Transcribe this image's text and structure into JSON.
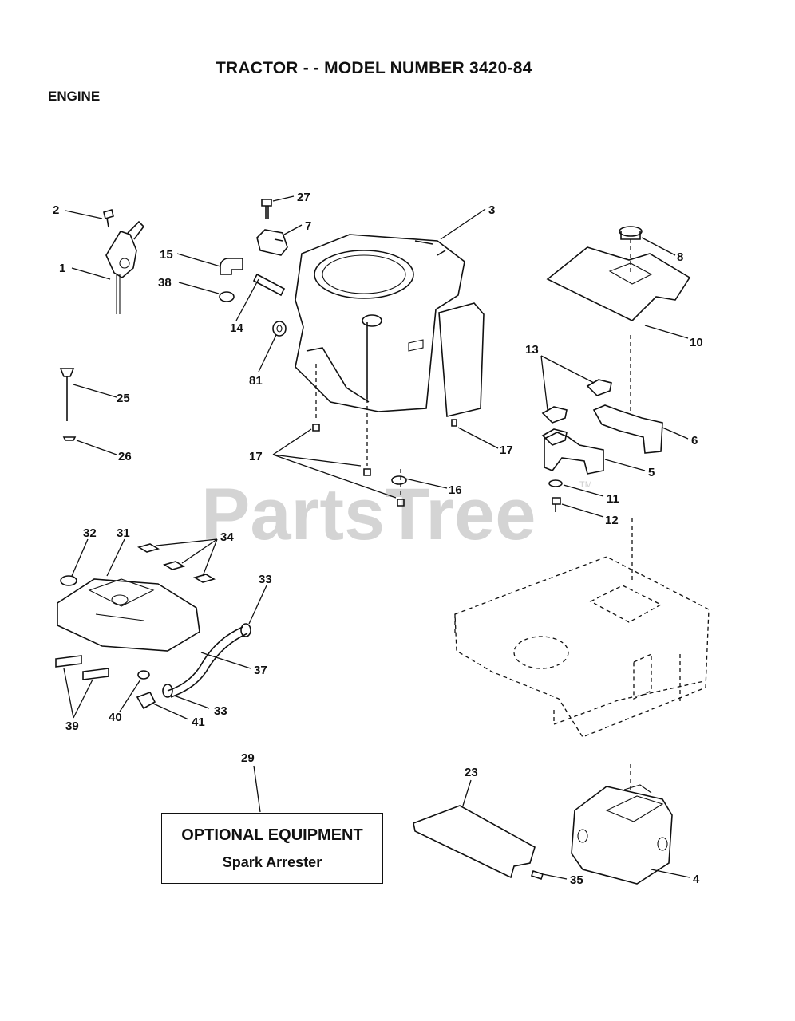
{
  "header": {
    "title": "TRACTOR - - MODEL NUMBER 3420-84",
    "section": "ENGINE"
  },
  "watermark": {
    "text": "PartsTree",
    "mark": "TM"
  },
  "callouts": [
    {
      "id": "c2",
      "text": "2"
    },
    {
      "id": "c1",
      "text": "1"
    },
    {
      "id": "c27",
      "text": "27"
    },
    {
      "id": "c7",
      "text": "7"
    },
    {
      "id": "c3",
      "text": "3"
    },
    {
      "id": "c15",
      "text": "15"
    },
    {
      "id": "c38",
      "text": "38"
    },
    {
      "id": "c14",
      "text": "14"
    },
    {
      "id": "c81",
      "text": "81"
    },
    {
      "id": "c8",
      "text": "8"
    },
    {
      "id": "c10",
      "text": "10"
    },
    {
      "id": "c13",
      "text": "13"
    },
    {
      "id": "c6",
      "text": "6"
    },
    {
      "id": "c5",
      "text": "5"
    },
    {
      "id": "c11",
      "text": "11"
    },
    {
      "id": "c12",
      "text": "12"
    },
    {
      "id": "c25",
      "text": "25"
    },
    {
      "id": "c26",
      "text": "26"
    },
    {
      "id": "c17a",
      "text": "17"
    },
    {
      "id": "c17b",
      "text": "17"
    },
    {
      "id": "c16",
      "text": "16"
    },
    {
      "id": "c32",
      "text": "32"
    },
    {
      "id": "c31",
      "text": "31"
    },
    {
      "id": "c34",
      "text": "34"
    },
    {
      "id": "c33a",
      "text": "33"
    },
    {
      "id": "c37",
      "text": "37"
    },
    {
      "id": "c33b",
      "text": "33"
    },
    {
      "id": "c39",
      "text": "39"
    },
    {
      "id": "c40",
      "text": "40"
    },
    {
      "id": "c41",
      "text": "41"
    },
    {
      "id": "c29",
      "text": "29"
    },
    {
      "id": "c23",
      "text": "23"
    },
    {
      "id": "c35",
      "text": "35"
    },
    {
      "id": "c4",
      "text": "4"
    }
  ],
  "optional": {
    "title": "OPTIONAL EQUIPMENT",
    "subtitle": "Spark Arrester"
  }
}
